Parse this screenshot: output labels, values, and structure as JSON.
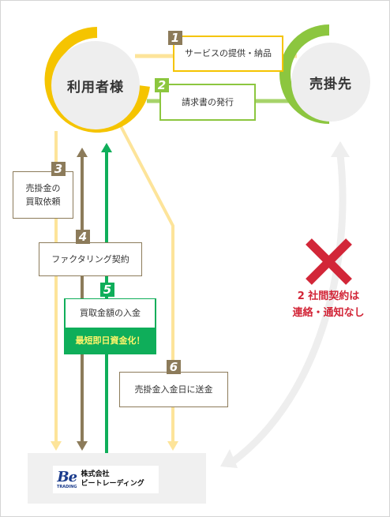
{
  "nodes": {
    "user": "利用者様",
    "buyer": "売掛先"
  },
  "steps": [
    {
      "num": "1",
      "label": "サービスの提供・納品"
    },
    {
      "num": "2",
      "label": "請求書の発行"
    },
    {
      "num": "3",
      "label_line1": "売掛金の",
      "label_line2": "買取依頼"
    },
    {
      "num": "4",
      "label": "ファクタリング契約"
    },
    {
      "num": "5",
      "label": "買取金額の入金",
      "highlight": "最短即日資金化！"
    },
    {
      "num": "6",
      "label": "売掛金入金日に送金"
    }
  ],
  "note": {
    "line1": "2 社間契約は",
    "line2": "連絡・通知なし"
  },
  "company": {
    "logo_main": "Be",
    "logo_sub": "TRADING",
    "name_line1": "株式会社",
    "name_line2": "ビートレーディング"
  },
  "colors": {
    "yellow": "#f5c400",
    "light_yellow": "#fde49a",
    "green": "#8cc63f",
    "bright_green": "#0fae5a",
    "brown": "#8c7b5a",
    "red": "#d22638",
    "navy": "#1a3b8c",
    "gray_arrow": "#eeeeee"
  }
}
